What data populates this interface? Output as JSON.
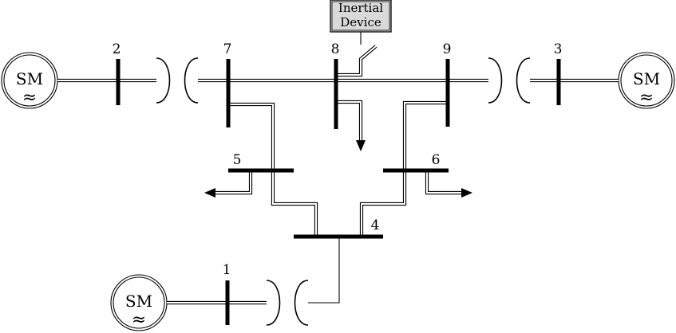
{
  "buses": {
    "b1": "1",
    "b2": "2",
    "b3": "3",
    "b4": "4",
    "b5": "5",
    "b6": "6",
    "b7": "7",
    "b8": "8",
    "b9": "9"
  },
  "generators": {
    "g1": "SM",
    "g2": "SM",
    "g3": "SM"
  },
  "generator_symbol": "≈",
  "inertial_device": {
    "line1": "Inertial",
    "line2": "Device",
    "fill": "#d9d9d9"
  }
}
